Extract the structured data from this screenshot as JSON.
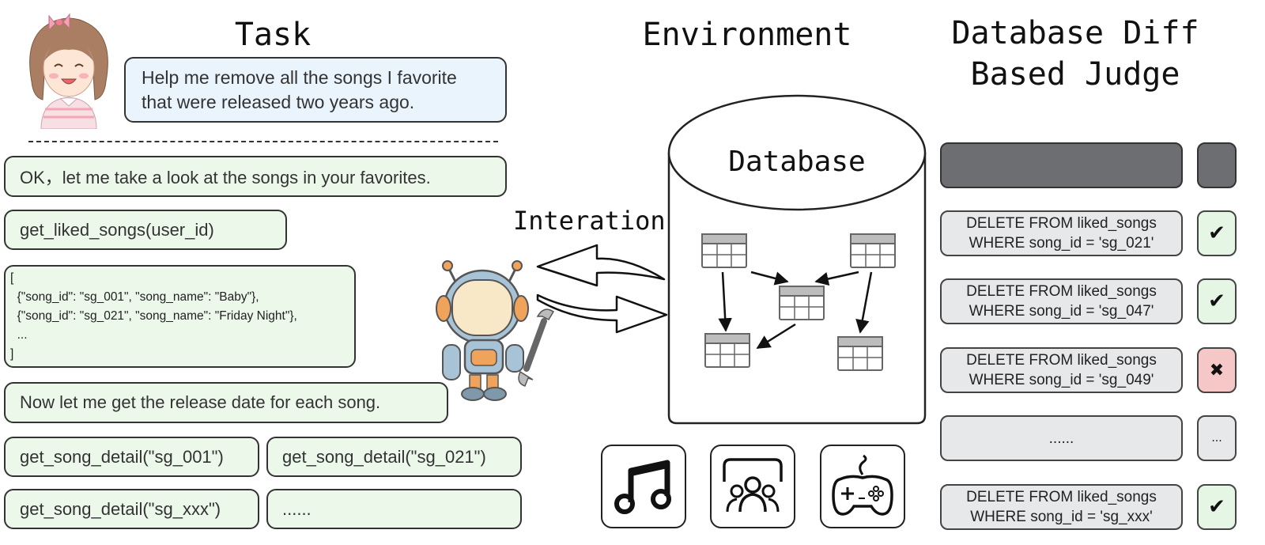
{
  "headings": {
    "task": "Task",
    "environment": "Environment",
    "judge_line1": "Database Diff",
    "judge_line2": "Based Judge"
  },
  "task": {
    "user_request_line1": "Help me remove all the songs I favorite",
    "user_request_line2": "that were released two years ago."
  },
  "trajectory": {
    "msg1": "OK，let me take a look at the songs in your favorites.",
    "call1": "get_liked_songs(user_id)",
    "result_lines": [
      "[",
      "  {\"song_id\": \"sg_001\", \"song_name\": \"Baby\"},",
      "  {\"song_id\": \"sg_021\", \"song_name\": \"Friday Night\"},",
      "  ...",
      "]"
    ],
    "msg2": "Now let me get the release date for each song.",
    "calls": [
      "get_song_detail(\"sg_001\")",
      "get_song_detail(\"sg_021\")",
      "get_song_detail(\"sg_xxx\")",
      "......"
    ]
  },
  "environment": {
    "interaction_label": "Interation",
    "database_label": "Database",
    "domain_icons": [
      "music-note-icon",
      "group-users-icon",
      "gamepad-icon"
    ]
  },
  "judge": {
    "rows": [
      {
        "line1": "DELETE FROM liked_songs",
        "line2": "WHERE song_id = 'sg_021'",
        "mark": "✔",
        "status": "correct"
      },
      {
        "line1": "DELETE FROM liked_songs",
        "line2": "WHERE song_id = 'sg_047'",
        "mark": "✔",
        "status": "correct"
      },
      {
        "line1": "DELETE FROM liked_songs",
        "line2": "WHERE song_id = 'sg_049'",
        "mark": "✖",
        "status": "wrong"
      },
      {
        "line1": "......",
        "line2": "",
        "mark": "...",
        "status": "neutral"
      },
      {
        "line1": "DELETE FROM liked_songs",
        "line2": "WHERE song_id = 'sg_xxx'",
        "mark": "✔",
        "status": "correct"
      }
    ]
  },
  "colors": {
    "assistant_bubble": "#ebf8ea",
    "user_bubble": "#eaf4fd",
    "header_bar": "#6d6e72",
    "sql_box": "#e7e8ea",
    "correct": "#e6f6e4",
    "wrong": "#f6c7c7"
  }
}
